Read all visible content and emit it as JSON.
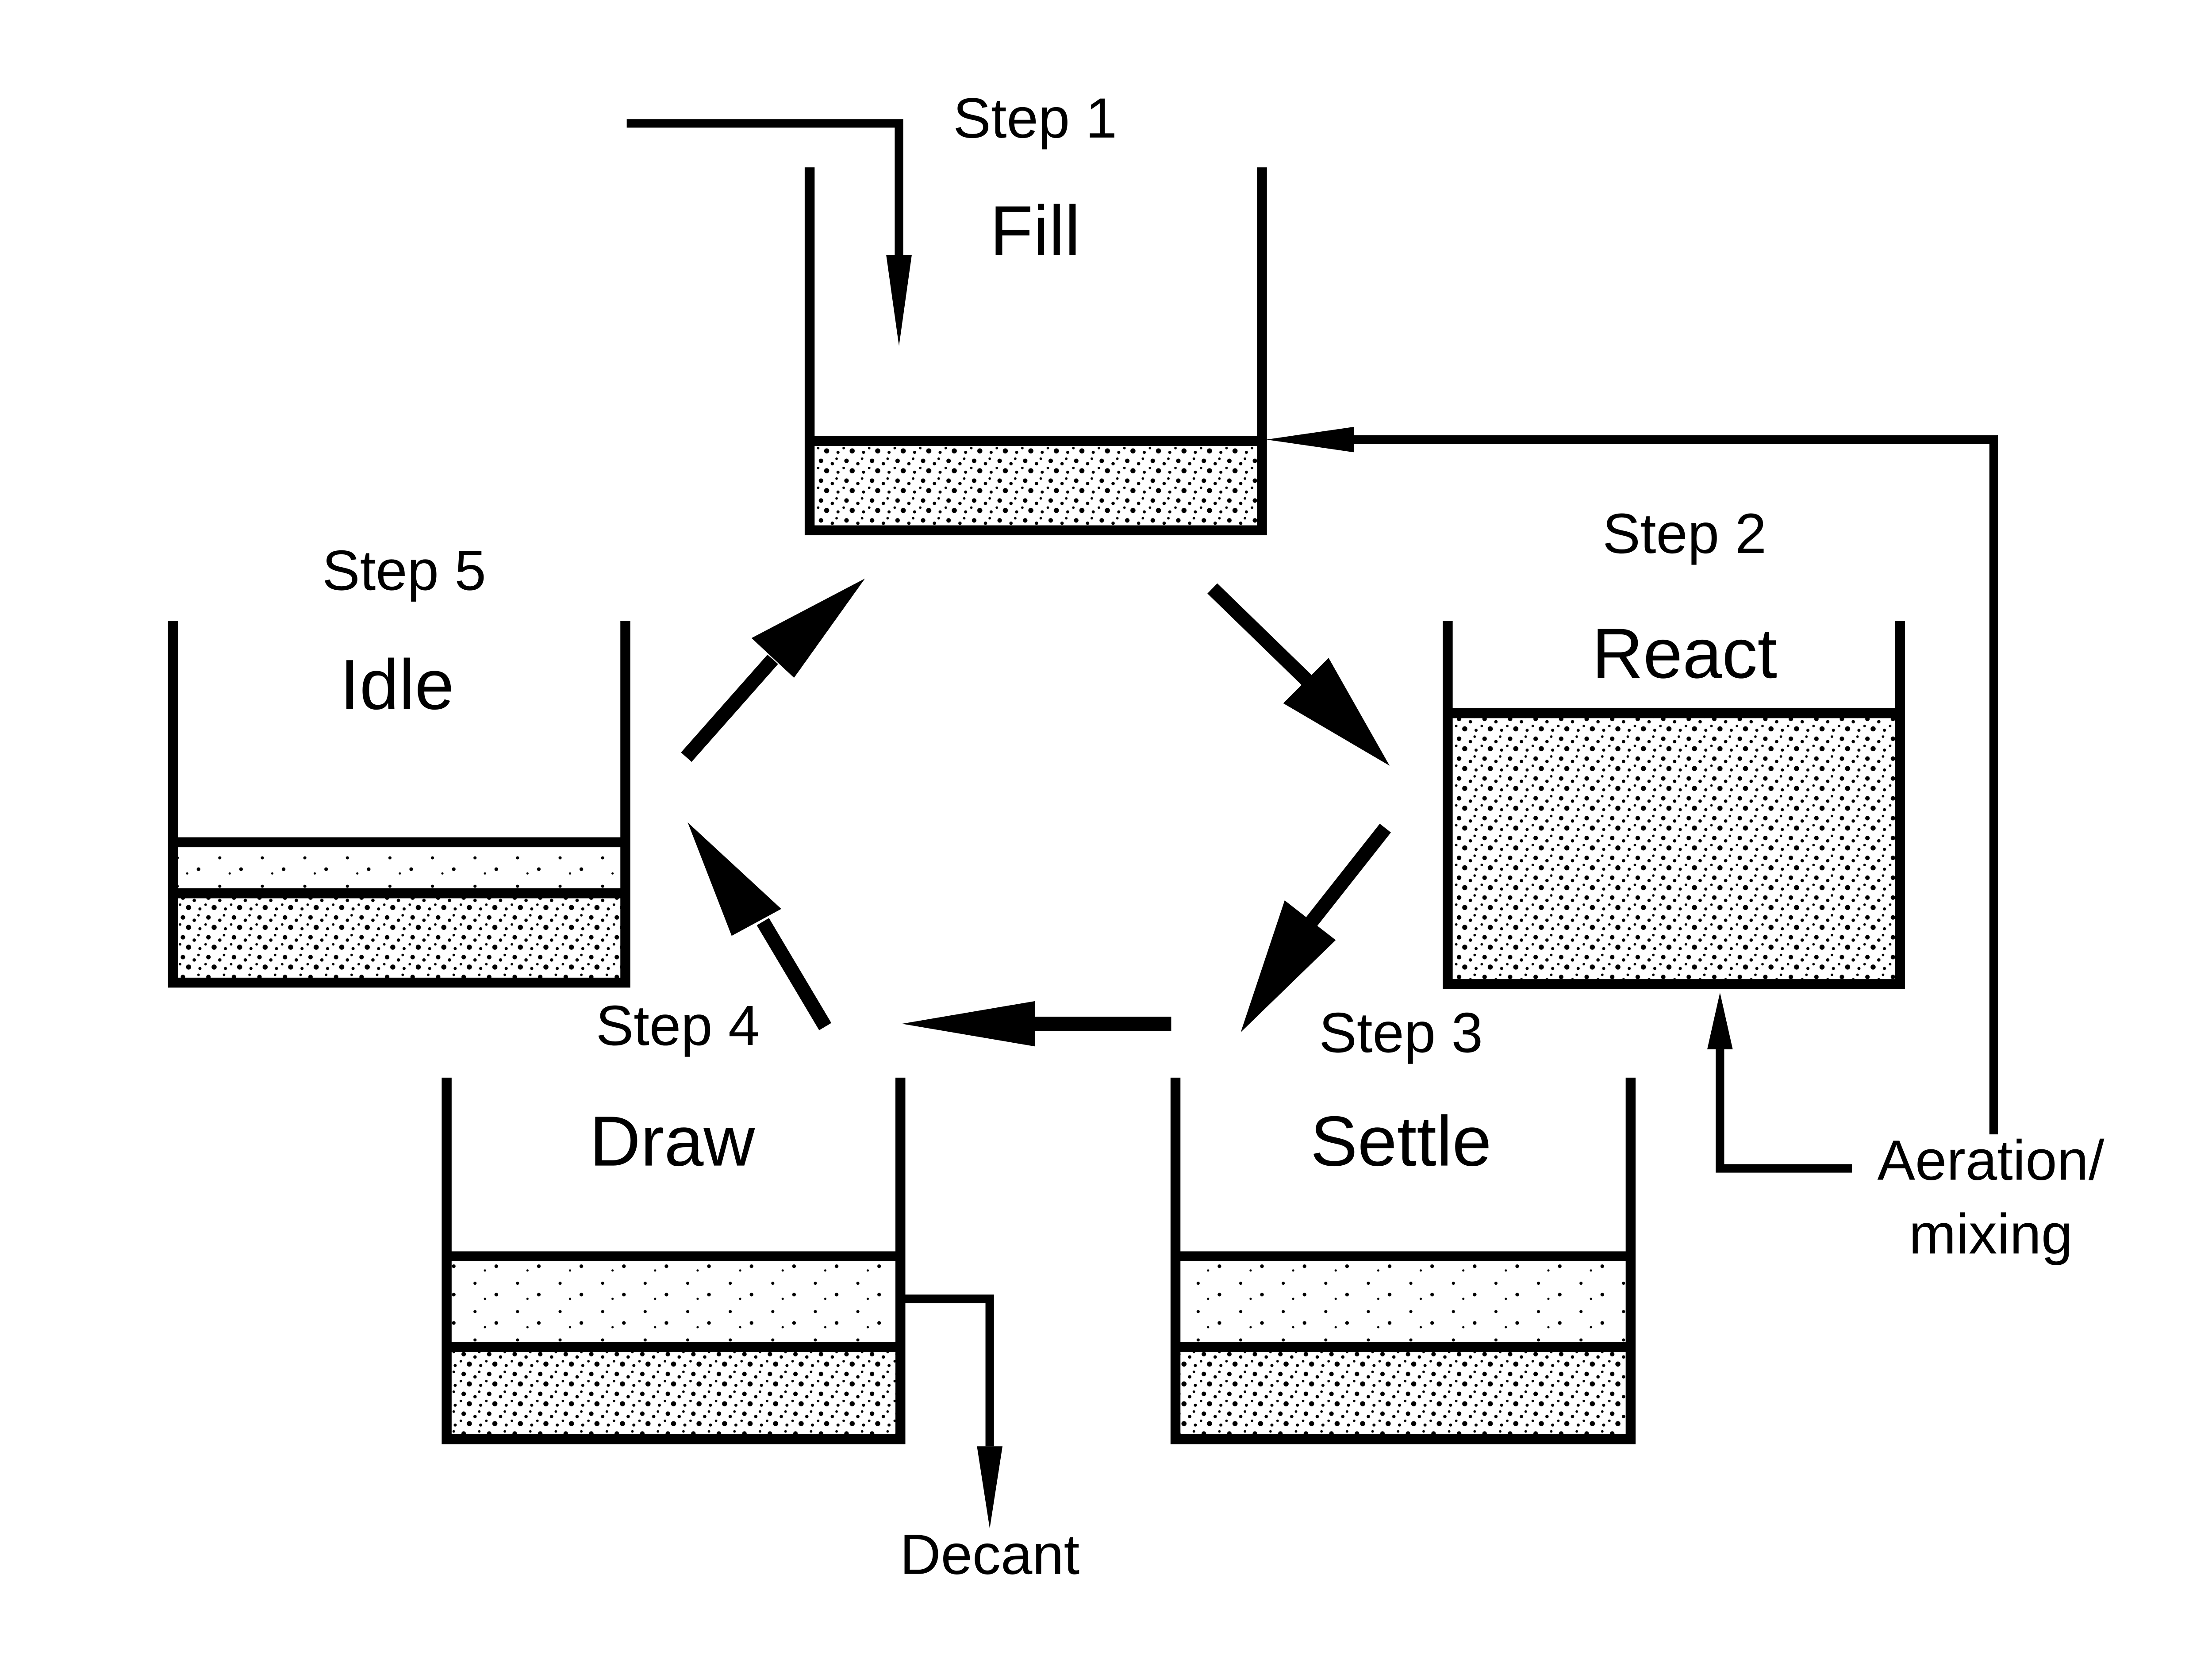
{
  "diagram": {
    "title": "Sequencing batch reactor cycle",
    "colors": {
      "ink": "#000000",
      "background": "#ffffff"
    },
    "steps": [
      {
        "step_label": "Step 1",
        "phase_label": "Fill"
      },
      {
        "step_label": "Step 2",
        "phase_label": "React"
      },
      {
        "step_label": "Step 3",
        "phase_label": "Settle"
      },
      {
        "step_label": "Step 4",
        "phase_label": "Draw"
      },
      {
        "step_label": "Step 5",
        "phase_label": "Idle"
      }
    ],
    "annotations": {
      "aeration_line1": "Aeration/",
      "aeration_line2": "mixing",
      "decant": "Decant"
    },
    "flow_order": [
      "Fill",
      "React",
      "Settle",
      "Draw",
      "Idle",
      "Fill"
    ]
  }
}
